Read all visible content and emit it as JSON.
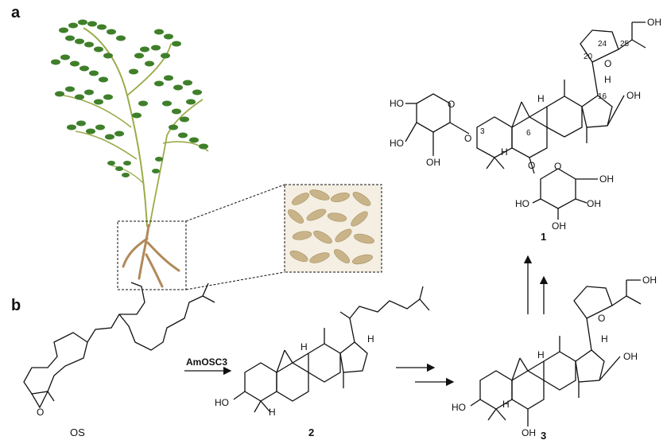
{
  "panels": {
    "a": "a",
    "b": "b"
  },
  "compounds": {
    "c1": "1",
    "c2": "2",
    "c3": "3",
    "os": "OS"
  },
  "reaction": {
    "enzyme": "AmOSC3"
  },
  "atoms": {
    "oh": "OH",
    "ho": "HO",
    "o": "O",
    "h": "H"
  },
  "numbering": {
    "n3": "3",
    "n6": "6",
    "n16": "16",
    "n20": "20",
    "n24": "24",
    "n25": "25"
  },
  "colors": {
    "leaf": "#3f7f2a",
    "stem": "#9cab4a",
    "root": "#b08a5a",
    "slice": "#c9b48a"
  }
}
